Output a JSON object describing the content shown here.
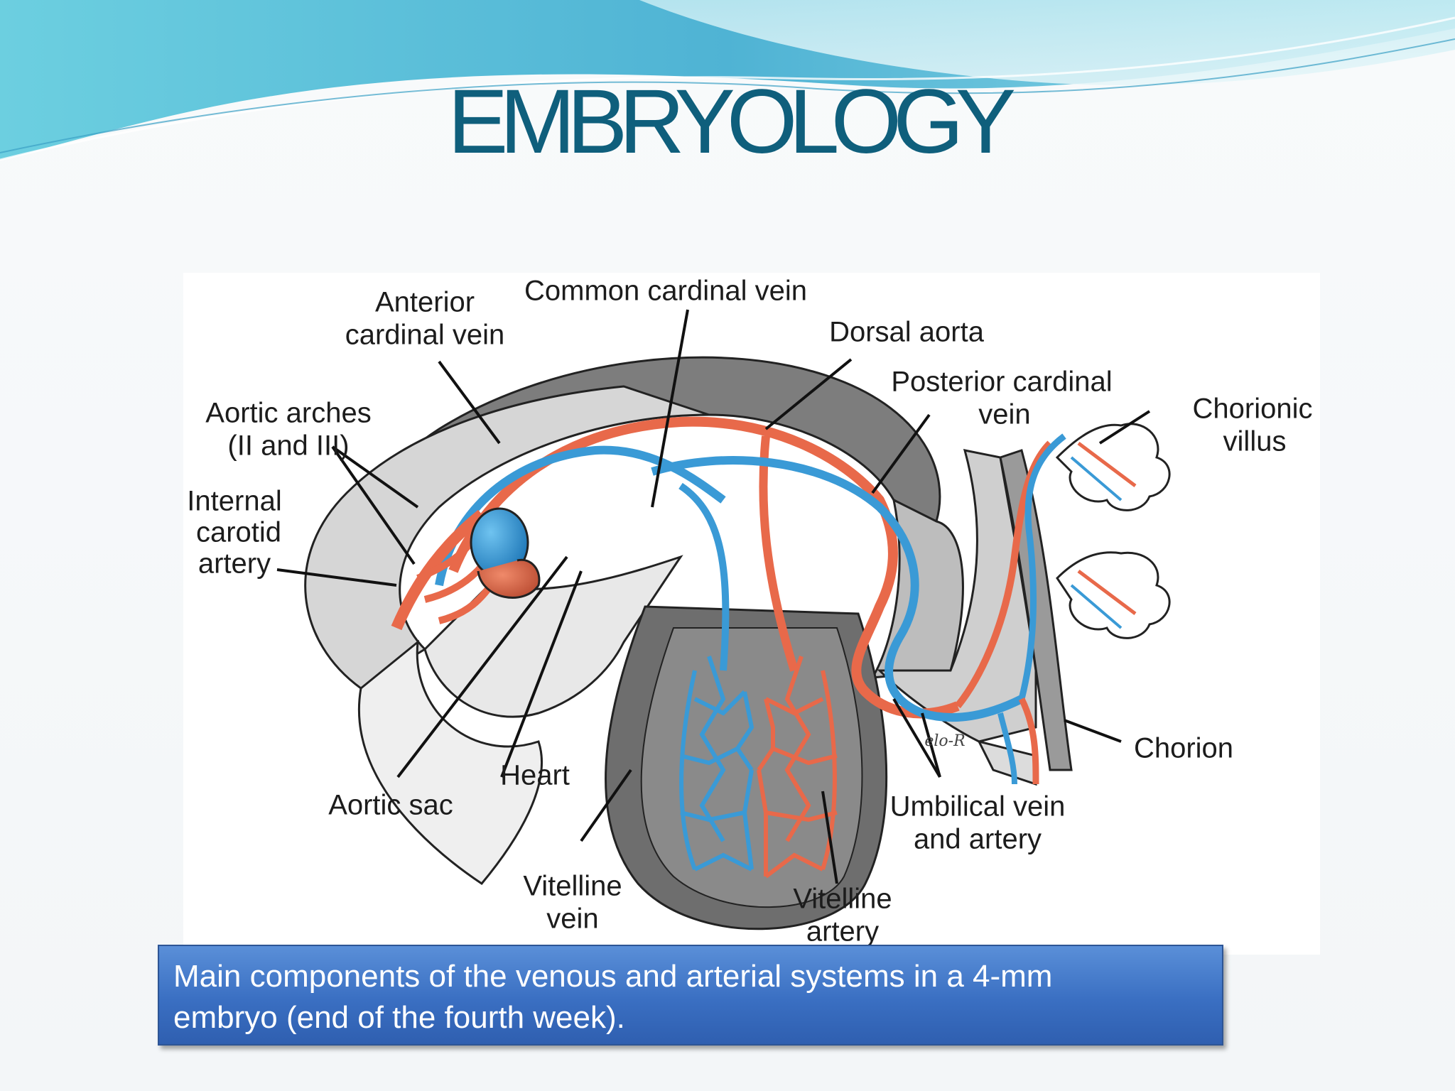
{
  "slide": {
    "title": "EMBRYOLOGY",
    "caption_lines": [
      "Main components of the venous and arterial systems in a 4-mm",
      "embryo (end of the fourth week)."
    ]
  },
  "diagram": {
    "labels": {
      "common_cardinal_vein": "Common cardinal vein",
      "anterior_cardinal_vein_1": "Anterior",
      "anterior_cardinal_vein_2": "cardinal vein",
      "dorsal_aorta": "Dorsal aorta",
      "posterior_cardinal_vein_1": "Posterior cardinal",
      "posterior_cardinal_vein_2": "vein",
      "aortic_arches_1": "Aortic arches",
      "aortic_arches_2": "(II and III)",
      "chorionic_villus_1": "Chorionic",
      "chorionic_villus_2": "villus",
      "internal_carotid_1": "Internal",
      "internal_carotid_2": "carotid",
      "internal_carotid_3": "artery",
      "heart": "Heart",
      "aortic_sac": "Aortic sac",
      "vitelline_vein_1": "Vitelline",
      "vitelline_vein_2": "vein",
      "vitelline_artery_1": "Vitelline",
      "vitelline_artery_2": "artery",
      "umbilical_1": "Umbilical vein",
      "umbilical_2": "and artery",
      "chorion": "Chorion",
      "signature": "elo-R"
    },
    "colors": {
      "artery": "#e8694a",
      "vein": "#3a9ad6",
      "tissue_dark": "#6f6f6f",
      "tissue_light": "#d2d2d2"
    }
  }
}
